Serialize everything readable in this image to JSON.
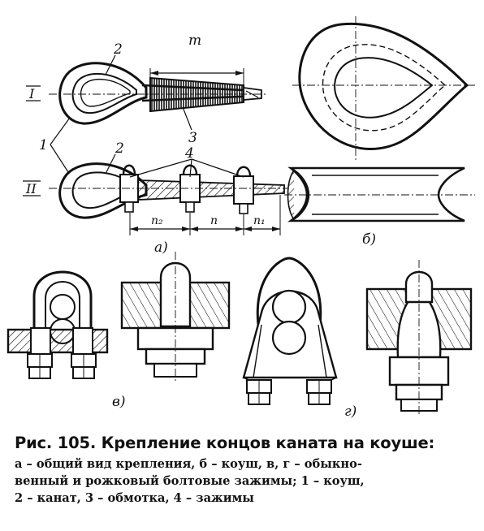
{
  "figure": {
    "labels": {
      "roman_1": "I",
      "roman_2": "II",
      "num_1": "1",
      "num_2_top": "2",
      "num_2_bottom": "2",
      "num_3": "3",
      "num_4": "4",
      "dim_m": "m",
      "dim_n2": "n₂",
      "dim_n": "n",
      "dim_n1": "n₁",
      "panel_a": "а)",
      "panel_b": "б)",
      "panel_v": "в)",
      "panel_g": "г)"
    }
  },
  "caption": {
    "title": "Рис. 105. Крепление концов каната на коуше:",
    "line1": "а – общий вид крепления, б – коуш, в, г – обыкно-",
    "line2": "венный и рожковый болтовые зажимы; 1 – коуш,",
    "line3": "2 – канат, 3 – обмотка, 4 – зажимы"
  }
}
